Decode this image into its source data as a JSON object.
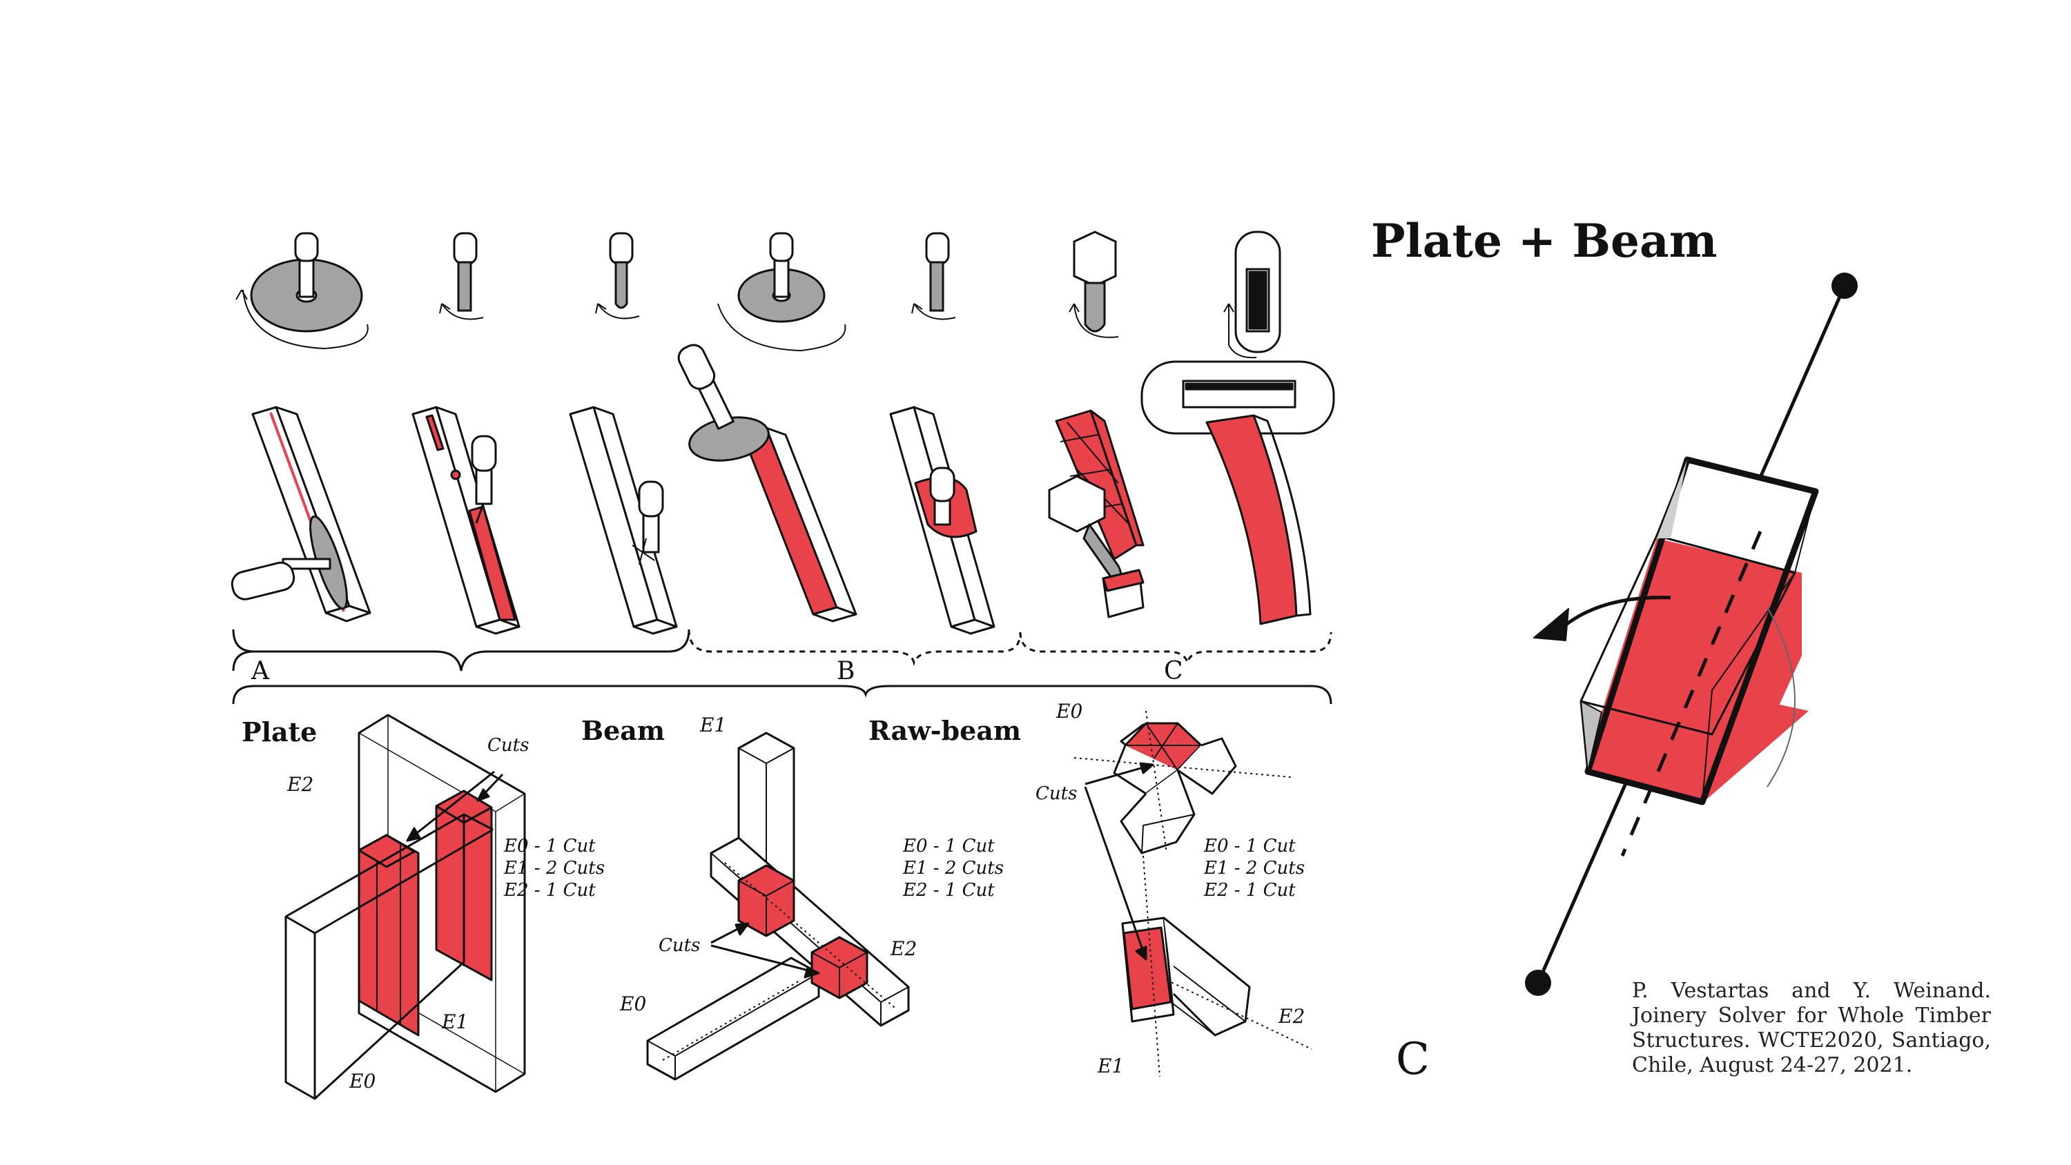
{
  "labels": {
    "group_a": "A",
    "group_b": "B",
    "group_c": "C",
    "plate": "Plate",
    "beam": "Beam",
    "raw_beam": "Raw-beam",
    "title": "Plate + Beam",
    "panel_letter": "C"
  },
  "plate_diagram": {
    "e0": "E0",
    "e1": "E1",
    "e2": "E2",
    "cuts": "Cuts",
    "counts": [
      "E0 - 1 Cut",
      "E1 - 2 Cuts",
      "E2 - 1 Cut"
    ]
  },
  "beam_diagram": {
    "e0": "E0",
    "e1": "E1",
    "e2": "E2",
    "cuts": "Cuts",
    "counts": [
      "E0 - 1 Cut",
      "E1 - 2 Cuts",
      "E2 - 1 Cut"
    ]
  },
  "raw_beam_diagram": {
    "e0": "E0",
    "e1": "E1",
    "e2": "E2",
    "cuts": "Cuts",
    "counts": [
      "E0 - 1 Cut",
      "E1 - 2 Cuts",
      "E2 - 1 Cut"
    ]
  },
  "citation": "P. Vestartas and Y. Weinand. Joinery Solver for Whole Timber Structures. WCTE2020, Santiago, Chile, August 24-27, 2021.",
  "colors": {
    "cut_red": "#e8434b",
    "tool_gray": "#a3a3a3",
    "outline": "#111111"
  }
}
